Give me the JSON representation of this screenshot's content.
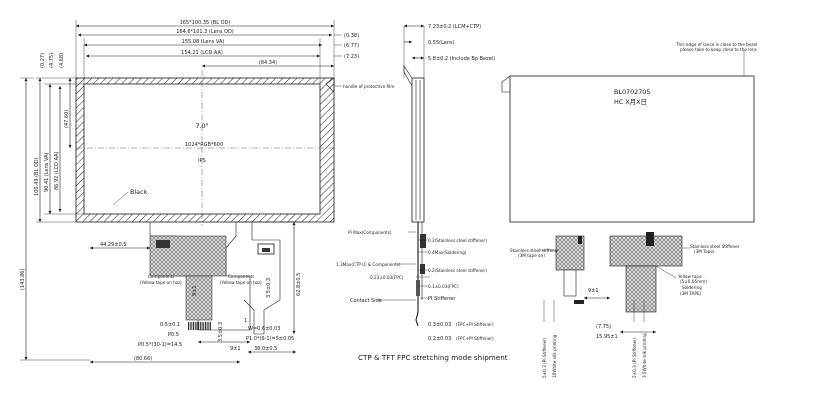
{
  "front_view": {
    "dims_top": {
      "bl_od": "165*100.35 (BL OD)",
      "lens_od": "164.6*101.3 (Lens OD)",
      "lens_va": "155.08 (Lens VA)",
      "lcd_aa": "154.21 (LCD AA)",
      "center_offset": "(84.34)"
    },
    "dims_top_right": {
      "d1": "(0.38)",
      "d2": "(6.77)",
      "d3": "(7.23)"
    },
    "dims_left_small": {
      "d1": "(0.27)",
      "d2": "(4.75)",
      "d3": "(4.68)",
      "d4": "(47.60)"
    },
    "dims_left": {
      "bl_od": "100.49 (BL OD)",
      "lens_va": "90.41 (Lens VA)",
      "lcd_aa": "86.92 (LCD AA)",
      "overall": "(143.86)"
    },
    "screen": {
      "size": "7.0\"",
      "resolution": "1024*RGB*600",
      "tech": "IPS"
    },
    "black_label": "Black",
    "protection_film_note": "handle of protective film",
    "tail": {
      "width_left": "44.29±0.5",
      "stiffener_note_left": "Components",
      "stiffener_note_left2": "(Yellow tape on top)",
      "component_note": "Components",
      "component_note2": "(Yellow tape on top)",
      "len1": "62.8±0.5",
      "len2": "3.5±0.3",
      "pitch_a": "0.5±0.1",
      "pitch_b": "P0.5",
      "pitch_c": "P0.5*(30-1)=14.5",
      "w_ctp": "W=0.6±0.03",
      "p_ctp": "P1.0*(6-1)=5±0.05",
      "ctp_width": "38.0±0.5",
      "lead_left": "9±1",
      "lead_ctp": "9±1",
      "overall_w": "(80.66)",
      "dim_3": "3.5±0.3",
      "dim_1": "1"
    }
  },
  "side_view": {
    "thickness": "7.23±0.2 (LCM+CTP)",
    "lens_t": "0.55(Lens)",
    "lcd_t": "5.8±0.2 (Include Bp Bezel)",
    "stiffener_lines": [
      "PI Max(Components)",
      "0.2(Stainless steel stiffener)",
      "0.4Max(Soldering)",
      "1.3Max(CTP IC & Components)",
      "0.2(Stainless steel stiffener)",
      "0.23±0.03(FPC)",
      "0.1±0.03(FPC)"
    ],
    "contact_side": "Contact Side",
    "pi_stiffener": "PI Stiffener",
    "bottom_a": "0.3±0.03",
    "bottom_a_note": "(FPC+PI Stiffener)",
    "bottom_b": "0.2±0.03",
    "bottom_b_note": "(FPC+PI Stiffener)",
    "caption": "CTP & TFT FPC stretching mode shipment"
  },
  "back_view": {
    "label_line1": "BL0702705",
    "label_line2": "HC X月X日",
    "edge_note": "This edge of lance is close to the bezel",
    "edge_note2": "please take to keep close to the lens",
    "stiffener_note_left": "Stainless steel stiffener",
    "stiffener_note_left2": "(3M tape on)",
    "stiffener_note_right": "Stainless steel Stiffener",
    "stiffener_note_right2": "(3M Tape)",
    "yellow_tape": "Yellow tape",
    "yellow_tape2": "(5±0.05mm)",
    "soldering": "Soldering",
    "bl_solder": "(3M TAPE)",
    "dim_lead": "9±1",
    "dim_775": "(7.75)",
    "dim_1595": "15.95±1",
    "v_dims": [
      "5±0.3 (PI Stiffener)",
      "10White silk printing",
      "5±0.3 (PI Stiffener)",
      "3.5White silk printing"
    ]
  }
}
